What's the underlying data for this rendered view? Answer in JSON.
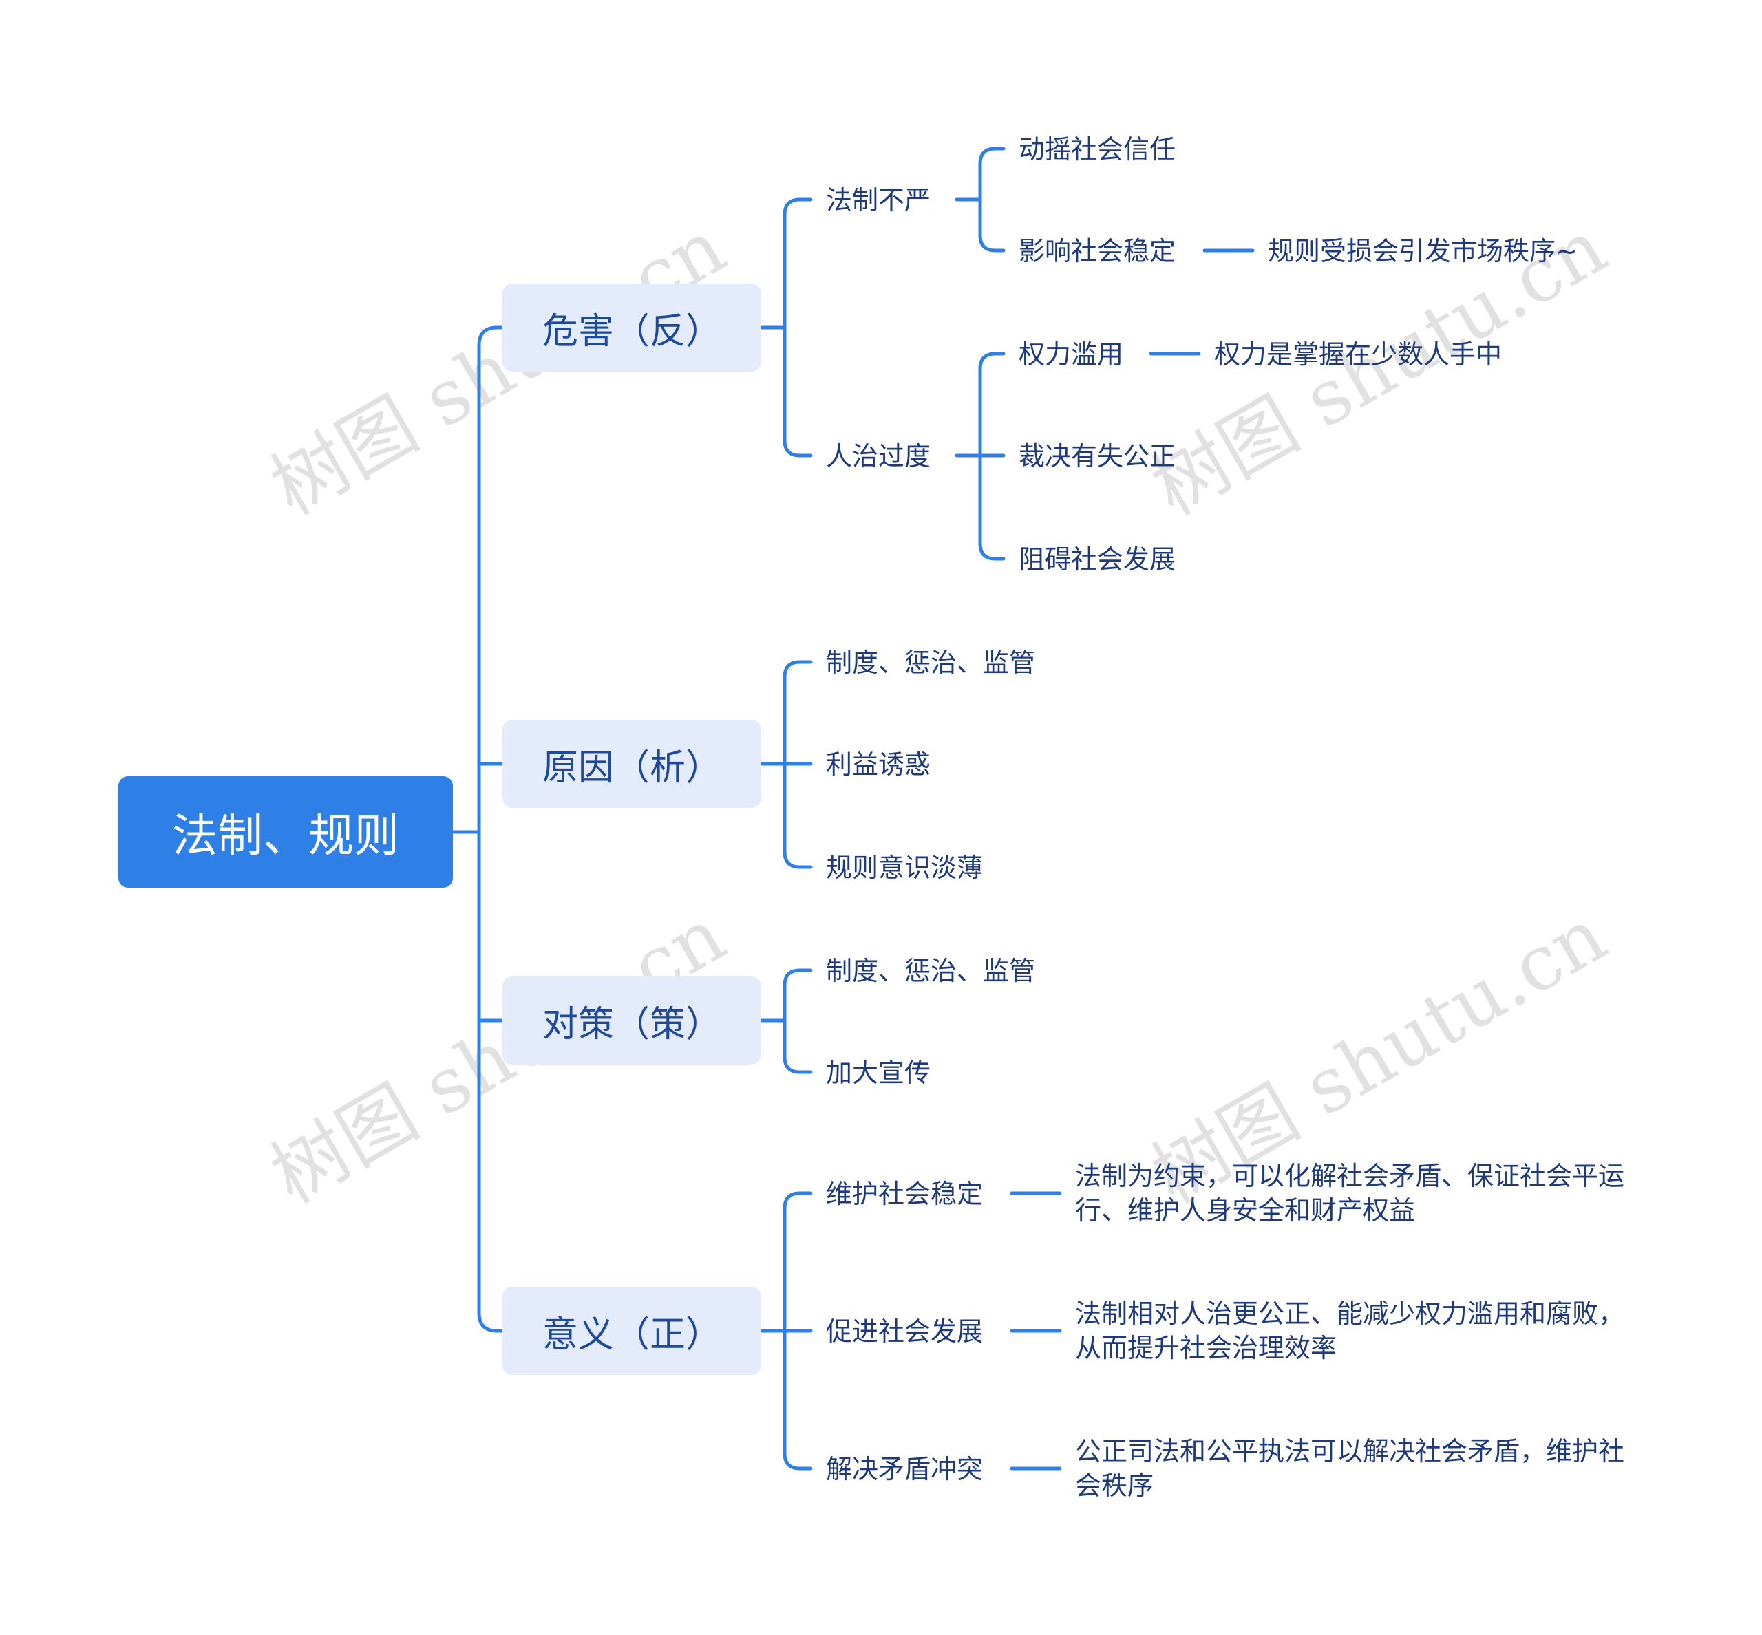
{
  "watermark": "树图 shutu.cn",
  "colors": {
    "root_bg": "#2e7fe6",
    "branch_bg": "#e4ebfb",
    "line": "#2e7fe6",
    "text": "#1f3a7c"
  },
  "root": "法制、规则",
  "branches": [
    {
      "label": "危害（反）",
      "children": [
        {
          "label": "法制不严",
          "children": [
            {
              "label": "动摇社会信任"
            },
            {
              "label": "影响社会稳定",
              "children": [
                {
                  "label": "规则受损会引发市场秩序~"
                }
              ]
            }
          ]
        },
        {
          "label": "人治过度",
          "children": [
            {
              "label": "权力滥用",
              "children": [
                {
                  "label": "权力是掌握在少数人手中"
                }
              ]
            },
            {
              "label": "裁决有失公正"
            },
            {
              "label": "阻碍社会发展"
            }
          ]
        }
      ]
    },
    {
      "label": "原因（析）",
      "children": [
        {
          "label": "制度、惩治、监管"
        },
        {
          "label": "利益诱惑"
        },
        {
          "label": "规则意识淡薄"
        }
      ]
    },
    {
      "label": "对策（策）",
      "children": [
        {
          "label": "制度、惩治、监管"
        },
        {
          "label": "加大宣传"
        }
      ]
    },
    {
      "label": "意义（正）",
      "children": [
        {
          "label": "维护社会稳定",
          "children": [
            {
              "label": "法制为约束，可以化解社会矛盾、保证社会平运行、维护人身安全和财产权益"
            }
          ]
        },
        {
          "label": "促进社会发展",
          "children": [
            {
              "label": "法制相对人治更公正、能减少权力滥用和腐败，从而提升社会治理效率"
            }
          ]
        },
        {
          "label": "解决矛盾冲突",
          "children": [
            {
              "label": "公正司法和公平执法可以解决社会矛盾，维护社会秩序"
            }
          ]
        }
      ]
    }
  ]
}
